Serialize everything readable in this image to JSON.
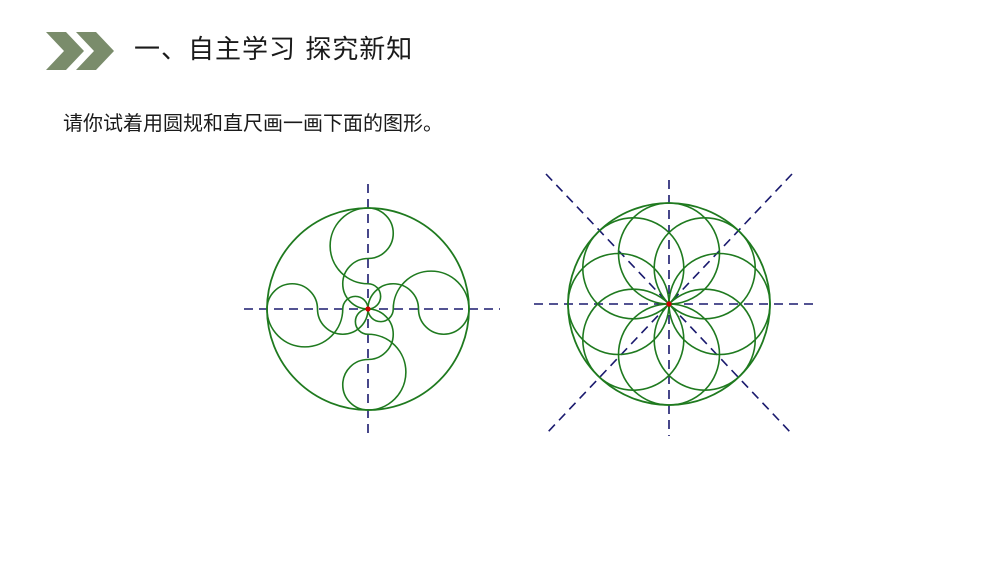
{
  "header": {
    "title": "一、自主学习  探究新知",
    "accent_color": "#7a8c6b"
  },
  "instruction": "请你试着用圆规和直尺画一画下面的图形。",
  "figures": {
    "stroke_color": "#1f7a1f",
    "axis_color": "#1a1a6e",
    "center_color": "#d00000",
    "pinwheel": {
      "petals": 4
    },
    "flower": {
      "petals": 8
    }
  }
}
